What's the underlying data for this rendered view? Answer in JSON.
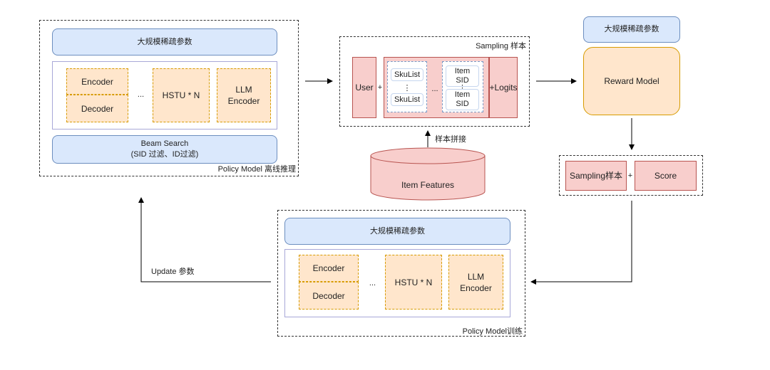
{
  "inference": {
    "sparse_params": "大规模稀疏参数",
    "encoder": "Encoder",
    "decoder": "Decoder",
    "ellipsis": "...",
    "hstu": "HSTU * N",
    "llm_encoder": "LLM\nEncoder",
    "beam_search": "Beam Search\n(SID 过滤、ID过滤)",
    "label": "Policy Model 离线推理"
  },
  "sampling": {
    "label": "Sampling 样本",
    "user": "User",
    "plus1": "+",
    "skulist_1": "SkuList",
    "skulist_dots": "⋮",
    "skulist_2": "SkuList",
    "ellipsis": "...",
    "item_sid_1": "Item\nSID",
    "item_sid_dots": "⋮",
    "item_sid_2": "Item\nSID",
    "logits": "+Logits",
    "concat_label": "样本拼接"
  },
  "item_features": "Item Features",
  "reward": {
    "sparse_params": "大规模稀疏参数",
    "model": "Reward Model"
  },
  "score_group": {
    "sampling": "Sampling样本",
    "plus": "+",
    "score": "Score"
  },
  "training": {
    "sparse_params": "大规模稀疏参数",
    "encoder": "Encoder",
    "decoder": "Decoder",
    "ellipsis": "...",
    "hstu": "HSTU * N",
    "llm_encoder": "LLM\nEncoder",
    "label": "Policy Model训练"
  },
  "update_label": "Update 参数"
}
